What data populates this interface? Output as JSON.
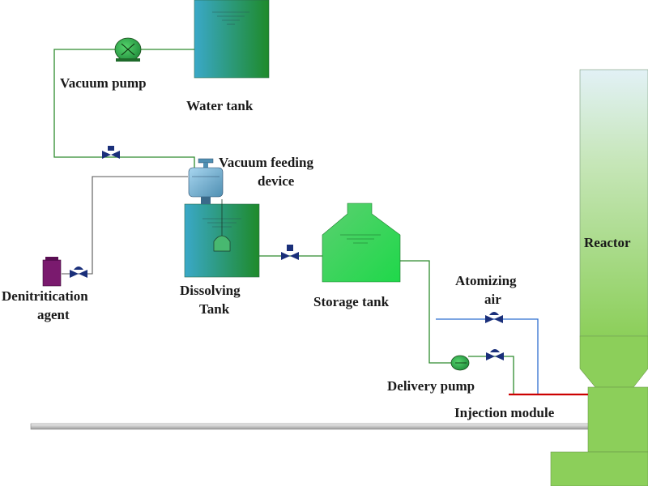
{
  "diagram": {
    "labels": {
      "vacuum_pump": "Vacuum pump",
      "water_tank": "Water tank",
      "vacuum_feeding_device_line1": "Vacuum feeding",
      "vacuum_feeding_device_line2": "device",
      "denitrification_agent_line1": "Denitritication",
      "denitrification_agent_line2": "agent",
      "dissolving_tank_line1": "Dissolving",
      "dissolving_tank_line2": "Tank",
      "storage_tank": "Storage tank",
      "atomizing_air_line1": "Atomizing",
      "atomizing_air_line2": "air",
      "delivery_pump": "Delivery pump",
      "injection_module": "Injection module",
      "reactor": "Reactor"
    },
    "colors": {
      "pipe_green": "#2e8b2e",
      "pipe_gray": "#555555",
      "air_line_blue": "#2f6fd0",
      "injection_red": "#cc0000",
      "valve_navy": "#1a2f7a",
      "agent_container_purple": "#7a1a6e",
      "reactor_green": "#8ccf5a",
      "floor_gray": "#c8c8c8"
    },
    "icons": [
      "vacuum-pump-icon",
      "valve-icon",
      "delivery-pump-icon",
      "vacuum-feeder-icon",
      "agent-container-icon"
    ]
  }
}
